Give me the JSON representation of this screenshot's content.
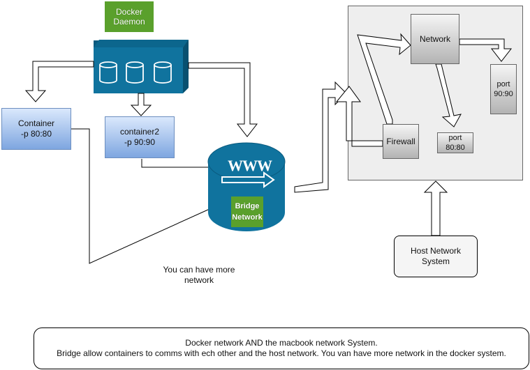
{
  "labels": {
    "docker_daemon": [
      "Docker",
      "Daemon"
    ],
    "container1": [
      "Container",
      "-p 80:80"
    ],
    "container2": [
      "container2",
      "-p 90:90"
    ],
    "bridge_network": [
      "Bridge",
      "Network"
    ],
    "www": "WWW",
    "more_network": [
      "You can have more",
      "network"
    ],
    "network": "Network",
    "firewall": "Firewall",
    "port1": [
      "port",
      "80:80"
    ],
    "port2": [
      "port",
      "90:90"
    ],
    "host_network": [
      "Host Network",
      "System"
    ]
  },
  "note": {
    "line1": "Docker network AND the macbook network System.",
    "line2": "Bridge allow containers to comms with ech other and the host network. You van have more network in the docker system."
  },
  "colors": {
    "daemon_blue": "#10739e",
    "green": "#5aa02c",
    "container_blue": "#dae8fc",
    "host_panel": "#eeeeee"
  }
}
